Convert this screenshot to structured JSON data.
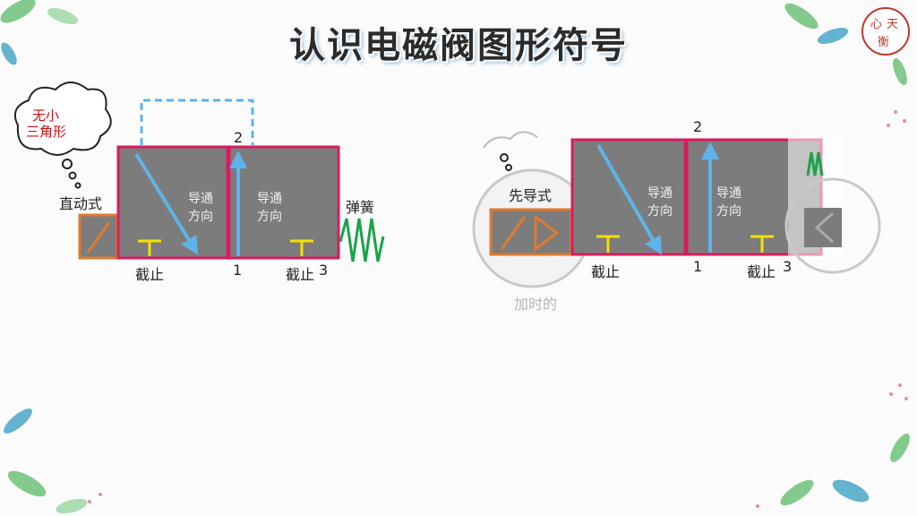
{
  "title": "认识电磁阀图形符号",
  "logo": {
    "c1": "心",
    "c2": "天",
    "c3": "衡"
  },
  "left": {
    "cloud_line1": "无小",
    "cloud_line2": "三角形",
    "actuator_label": "直动式",
    "flow_label_a_line1": "导通",
    "flow_label_a_line2": "方向",
    "flow_label_b_line1": "导通",
    "flow_label_b_line2": "方向",
    "port_2": "2",
    "port_1": "1",
    "port_3": "3",
    "block_a": "截止",
    "block_b": "截止",
    "spring_label": "弹簧"
  },
  "right": {
    "actuator_label": "先导式",
    "flow_label_a_line1": "导通",
    "flow_label_a_line2": "方向",
    "flow_label_b_line1": "导通",
    "flow_label_b_line2": "方向",
    "port_2": "2",
    "port_1": "1",
    "port_3": "3",
    "block_a": "截止",
    "block_b": "截止",
    "caption_partial": "加时的"
  },
  "colors": {
    "box_fill": "#7c7c7c",
    "box_border": "#d81b60",
    "arrow": "#5fb3ea",
    "dashed": "#5fb3ea",
    "block": "#f5e100",
    "actuator": "#e07a2e",
    "spring": "#1aa34a"
  }
}
